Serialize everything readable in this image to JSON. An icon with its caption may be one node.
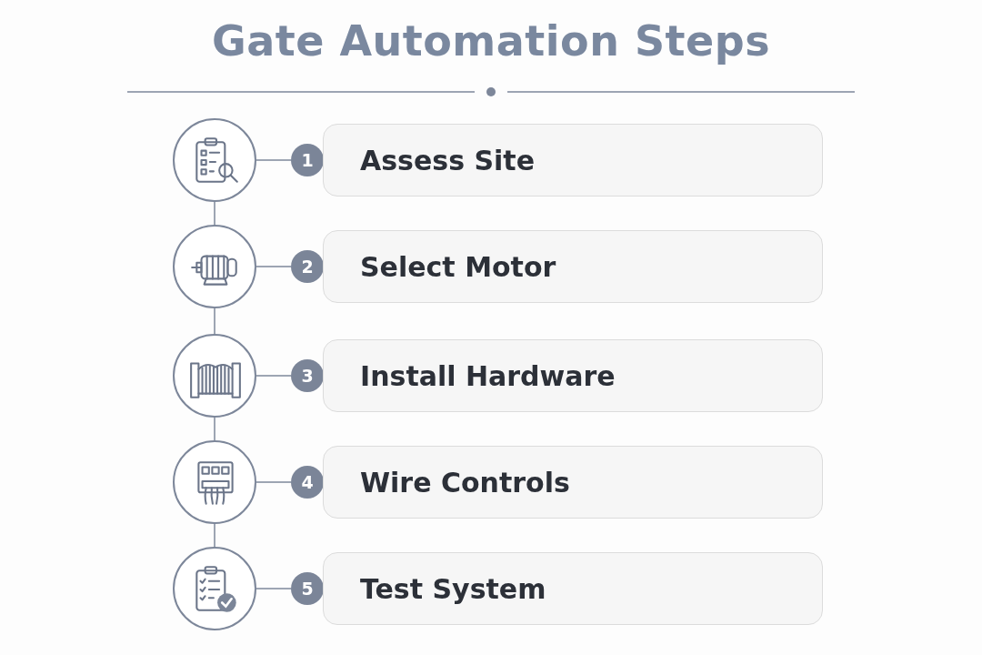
{
  "diagram": {
    "title": "Gate Automation Steps",
    "nodes": [
      {
        "text": [],
        "shape": "circle"
      },
      {
        "text": [
          "1"
        ]
      },
      {
        "text": [
          "Assess Site"
        ]
      },
      {
        "text": [],
        "shape": "circle"
      },
      {
        "text": [
          "2"
        ]
      },
      {
        "text": [
          "Select Motor"
        ]
      },
      {
        "text": [],
        "shape": "circle"
      },
      {
        "text": [
          "3"
        ]
      },
      {
        "text": [
          "Install Hardware"
        ]
      },
      {
        "text": [],
        "shape": "circle"
      },
      {
        "text": [
          "4"
        ]
      },
      {
        "text": [
          "Wire Controls"
        ]
      },
      {
        "text": [],
        "shape": "circle"
      },
      {
        "text": [
          "5"
        ]
      },
      {
        "text": [
          "Test System"
        ]
      }
    ],
    "edges": [
      {
        "from": 0,
        "to": 1,
        "arrow": "none"
      },
      {
        "from": 0,
        "to": 3,
        "arrow": "none"
      },
      {
        "from": 3,
        "to": 4,
        "arrow": "none"
      },
      {
        "from": 3,
        "to": 6,
        "arrow": "none"
      },
      {
        "from": 6,
        "to": 7,
        "arrow": "none"
      },
      {
        "from": 6,
        "to": 9,
        "arrow": "none"
      },
      {
        "from": 9,
        "to": 10,
        "arrow": "none"
      },
      {
        "from": 9,
        "to": 12,
        "arrow": "none"
      },
      {
        "from": 12,
        "to": 13,
        "arrow": "none"
      }
    ]
  }
}
